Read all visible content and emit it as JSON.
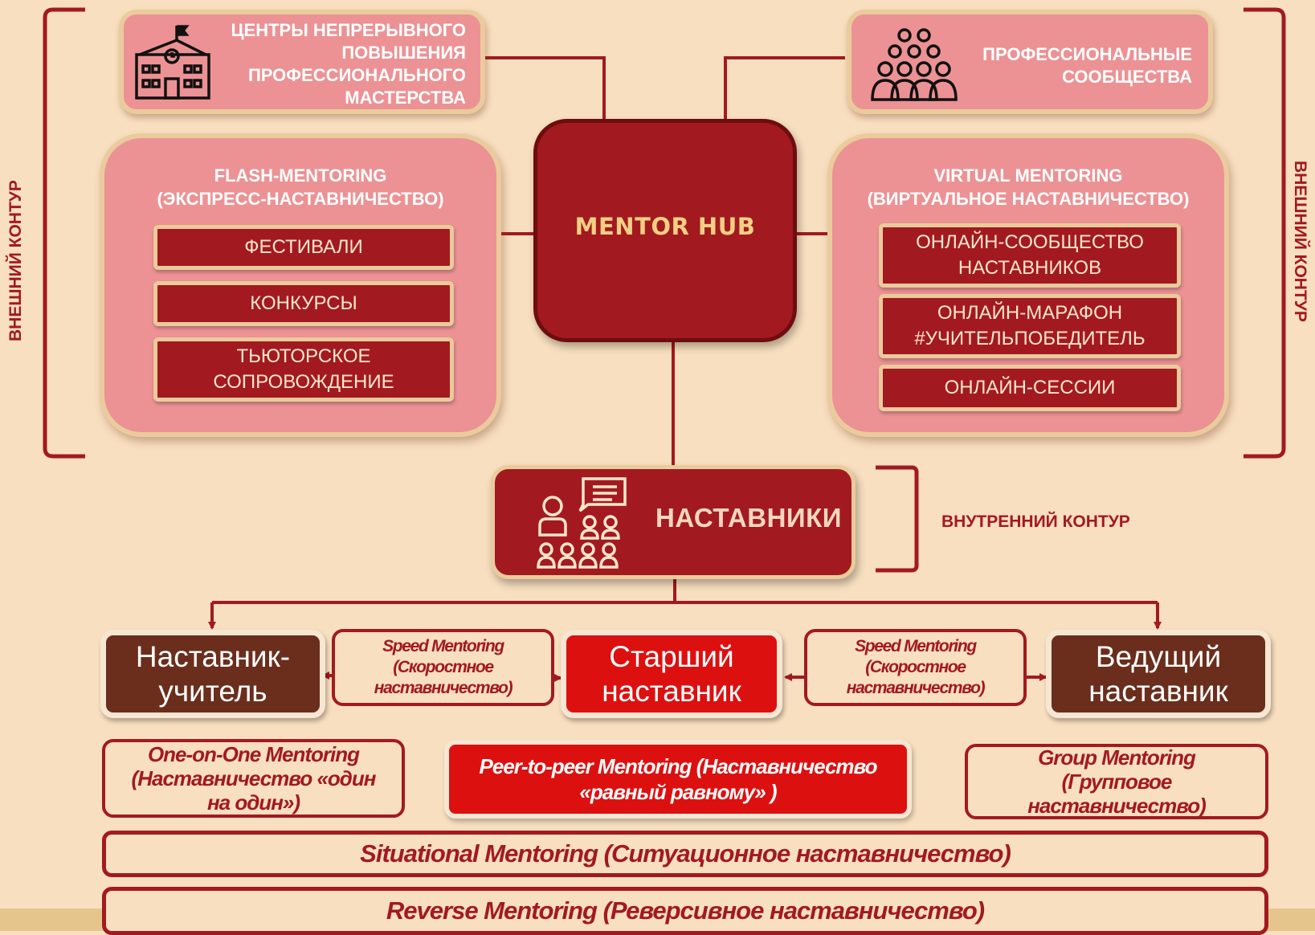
{
  "diagram": {
    "top_left": {
      "title": "ЦЕНТРЫ НЕПРЕРЫВНОГО\nПОВЫШЕНИЯ\nПРОФЕССИОНАЛЬНОГО\nМАСТЕРСТВА",
      "icon": "school-building-icon"
    },
    "top_right": {
      "title": "ПРОФЕССИОНАЛЬНЫЕ\nСООБЩЕСТВА",
      "icon": "community-crowd-icon"
    },
    "flash": {
      "title": "FLASH-MENTORING\n(ЭКСПРЕСС-НАСТАВНИЧЕСТВО)",
      "items": [
        "ФЕСТИВАЛИ",
        "КОНКУРСЫ",
        "ТЬЮТОРСКОЕ\nСОПРОВОЖДЕНИЕ"
      ]
    },
    "virtual": {
      "title": "VIRTUAL MENTORING\n(ВИРТУАЛЬНОЕ НАСТАВНИЧЕСТВО)",
      "items": [
        "ОНЛАЙН-СООБЩЕСТВО\nНАСТАВНИКОВ",
        "ОНЛАЙН-МАРАФОН\n#УЧИТЕЛЬПОБЕДИТЕЛЬ",
        "ОНЛАЙН-СЕССИИ"
      ]
    },
    "hub": {
      "label": "MENTOR HUB"
    },
    "mentors": {
      "label": "НАСТАВНИКИ",
      "icon": "presenter-audience-icon"
    },
    "outer_contour": "ВНЕШНИЙ КОНТУР",
    "inner_contour": "ВНУТРЕННИЙ КОНТУР",
    "roles": {
      "teacher": "Наставник-\nучитель",
      "senior": "Старший\nнаставник",
      "lead": "Ведущий\nнаставник"
    },
    "speed_mentoring": "Speed Mentoring\n(Скоростное\nнаставничество)",
    "types": {
      "one_on_one": "One-on-One Mentoring\n(Наставничество «один\nна один»)",
      "peer": "Peer-to-peer Mentoring (Наставничество\n«равный равному» )",
      "group": "Group Mentoring\n(Групповое\nнаставничество)",
      "situational": "Situational Mentoring (Ситуационное наставничество)",
      "reverse": "Reverse Mentoring (Реверсивное наставничество)"
    },
    "colors": {
      "background": "#f8dfbf",
      "dark_red": "#a21a1f",
      "pink": "#ec9294",
      "bright_red": "#dd1010",
      "brown": "#6b2e1c",
      "gold": "#f3cf84"
    }
  }
}
